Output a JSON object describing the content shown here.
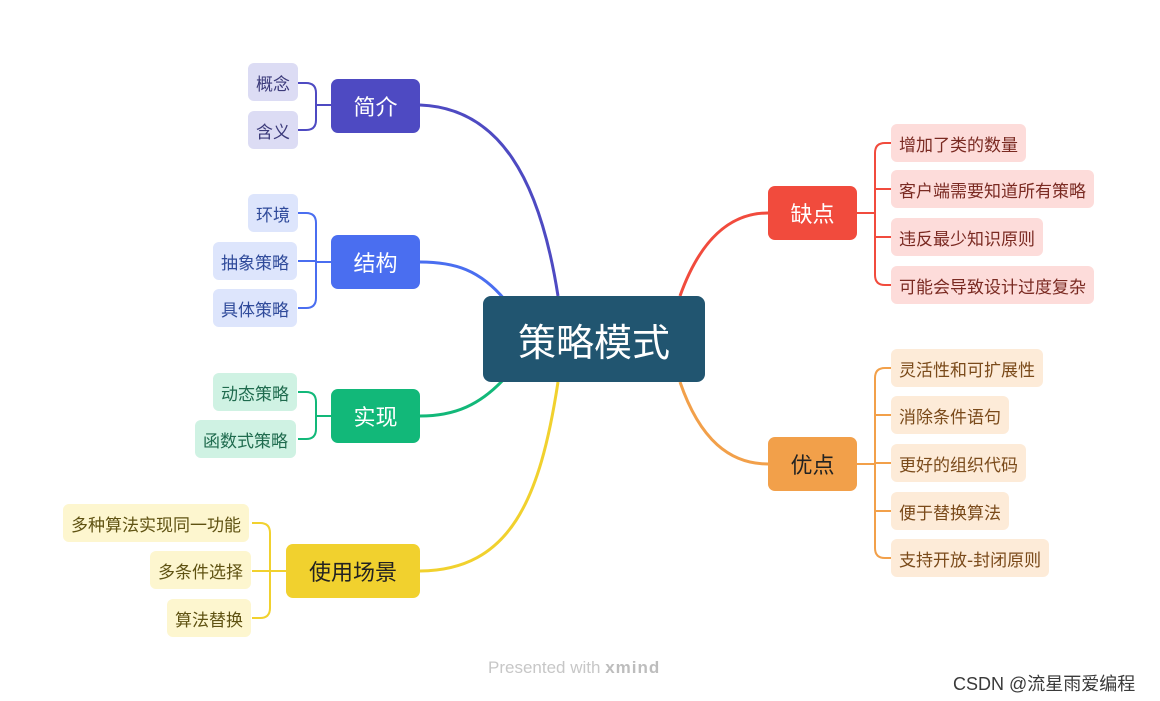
{
  "root": {
    "label": "策略模式",
    "color": "#215570"
  },
  "branches": {
    "intro": {
      "label": "简介",
      "color": "#4E4AC2",
      "leaf_bg": "#DCDCF4",
      "leaf_fg": "#3b3a7a",
      "items": [
        "概念",
        "含义"
      ]
    },
    "structure": {
      "label": "结构",
      "color": "#4A6EF0",
      "leaf_bg": "#DDE5FC",
      "leaf_fg": "#2f4a9a",
      "items": [
        "环境",
        "抽象策略",
        "具体策略"
      ]
    },
    "implementation": {
      "label": "实现",
      "color": "#12B879",
      "leaf_bg": "#CFF2E3",
      "leaf_fg": "#1f6b4e",
      "items": [
        "动态策略",
        "函数式策略"
      ]
    },
    "scenarios": {
      "label": "使用场景",
      "color": "#F1D12E",
      "leaf_bg": "#FDF6CF",
      "leaf_fg": "#5f5212",
      "items": [
        "多种算法实现同一功能",
        "多条件选择",
        "算法替换"
      ]
    },
    "cons": {
      "label": "缺点",
      "color": "#F14B3D",
      "leaf_bg": "#FDDCDA",
      "leaf_fg": "#7a2a22",
      "items": [
        "增加了类的数量",
        "客户端需要知道所有策略",
        "违反最少知识原则",
        "可能会导致设计过度复杂"
      ]
    },
    "pros": {
      "label": "优点",
      "color": "#F2A04A",
      "leaf_bg": "#FDEBD8",
      "leaf_fg": "#7a4a1a",
      "items": [
        "灵活性和可扩展性",
        "消除条件语句",
        "更好的组织代码",
        "便于替换算法",
        "支持开放-封闭原则"
      ]
    }
  },
  "footer": {
    "prefix": "Presented with ",
    "brand": "xmind"
  },
  "watermark": "CSDN @流星雨爱编程"
}
